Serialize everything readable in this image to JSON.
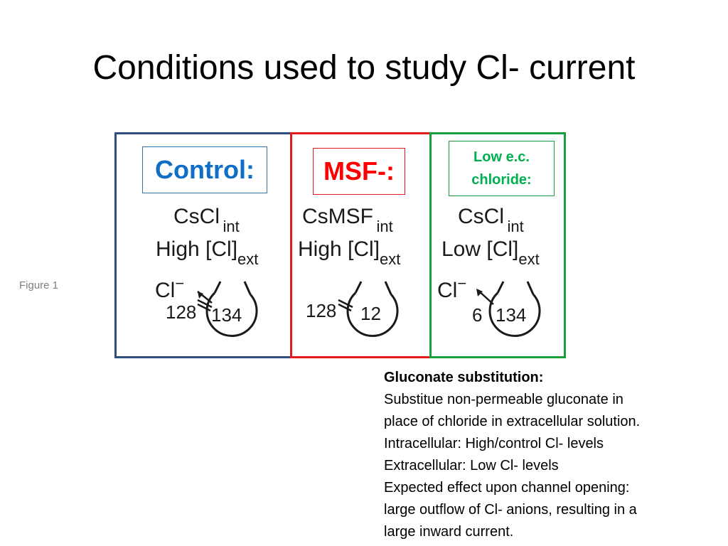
{
  "slide": {
    "title": "Conditions used to study Cl- current",
    "figure_label": "Figure 1"
  },
  "panels": {
    "control": {
      "label": "Control:",
      "color": "#2f4e7f",
      "label_color": "#0f6fc6",
      "line1_main": "CsCl",
      "line1_sub": "int",
      "line2_main": "High [Cl]",
      "line2_sub": "ext",
      "ion": "Cl",
      "ion_charge": "−",
      "outside_value": "128",
      "inside_value": "134"
    },
    "msf": {
      "label": "MSF-:",
      "color": "#e31b1b",
      "label_color": "#ff0000",
      "line1_main": "CsMSF",
      "line1_sub": "int",
      "line2_main": "High [Cl]",
      "line2_sub": "ext",
      "outside_value": "128",
      "inside_value": "12"
    },
    "low_ec": {
      "label_line1": "Low e.c.",
      "label_line2": "chloride:",
      "color": "#1a9e3d",
      "label_color": "#00b050",
      "line1_main": "CsCl",
      "line1_sub": "int",
      "line2_main": "Low [Cl]",
      "line2_sub": "ext",
      "ion": "Cl",
      "ion_charge": "−",
      "outside_value": "6",
      "inside_value": "134"
    }
  },
  "caption": {
    "heading": "Gluconate substitution:",
    "lines": [
      "Substitue non-permeable gluconate in",
      "place of chloride in extracellular solution.",
      "Intracellular: High/control Cl- levels",
      "Extracellular: Low Cl- levels",
      "Expected effect upon channel opening:",
      "large outflow of Cl- anions, resulting in a",
      "large inward current."
    ]
  }
}
